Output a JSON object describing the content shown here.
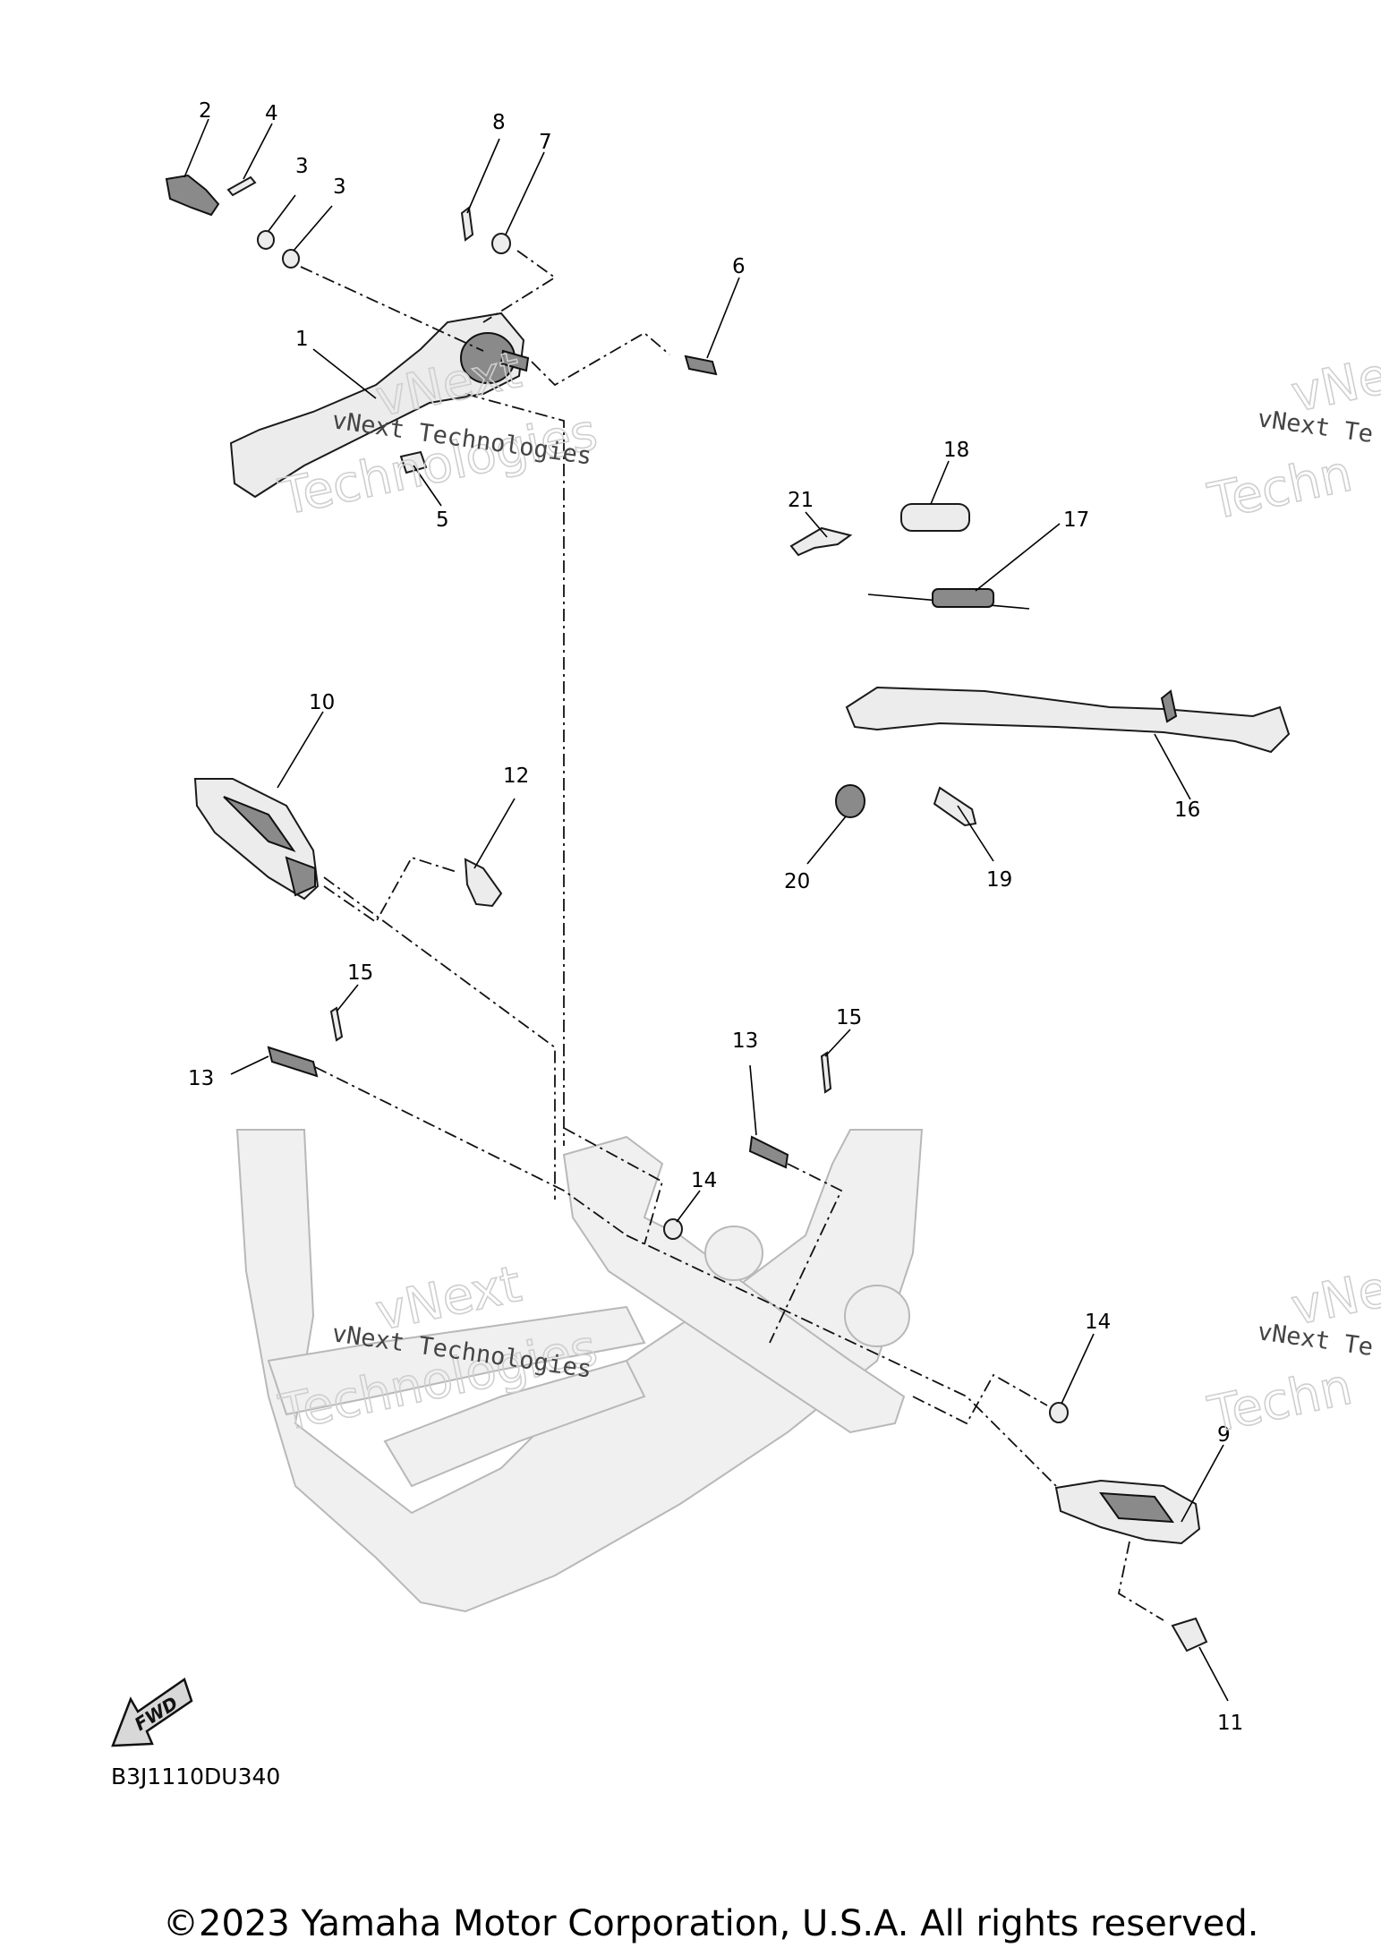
{
  "callouts": [
    "1",
    "2",
    "3",
    "3",
    "4",
    "5",
    "6",
    "7",
    "8",
    "9",
    "10",
    "11",
    "12",
    "13",
    "13",
    "14",
    "14",
    "15",
    "15",
    "16",
    "17",
    "18",
    "19",
    "20",
    "21"
  ],
  "watermark": {
    "line": "vNext Technologies",
    "word1": "vNext",
    "word2": "Technologies",
    "partial_line": "vNext Te",
    "partial_word": "Techn"
  },
  "fwd_label": "FWD",
  "diagram_code": "B3J1110DU340",
  "copyright": "©2023 Yamaha Motor Corporation, U.S.A. All rights reserved."
}
